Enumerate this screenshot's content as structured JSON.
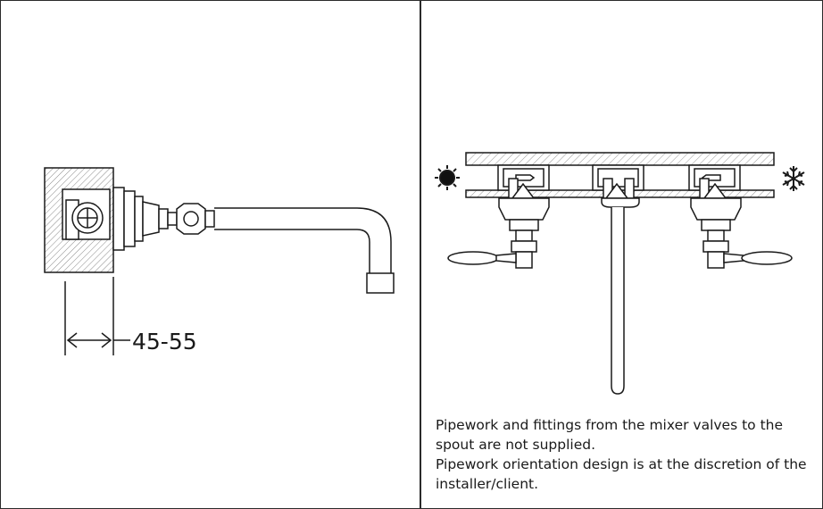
{
  "left_panel": {
    "dimension_label": "45-55"
  },
  "right_panel": {
    "hot_symbol": "sun-icon",
    "cold_symbol": "snowflake-icon",
    "notes": [
      "Pipework and fittings from the mixer valves to the spout are not supplied.",
      "Pipework orientation design is at the discretion of the installer/client."
    ]
  }
}
